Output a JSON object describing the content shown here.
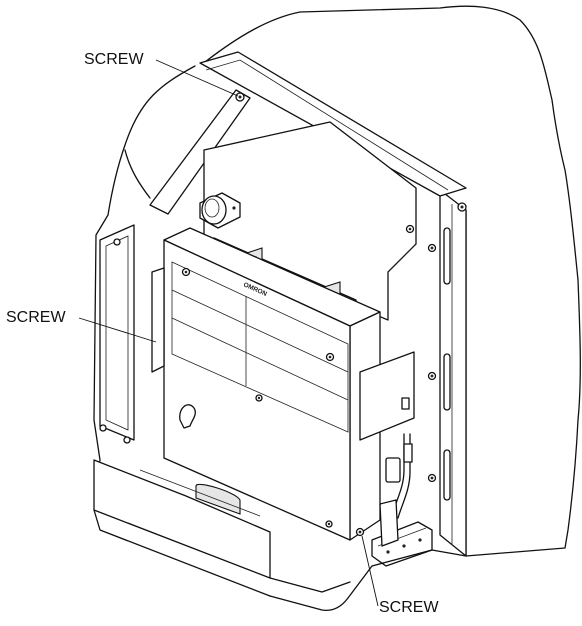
{
  "callouts": {
    "top": "SCREW",
    "left": "SCREW",
    "bottom": "SCREW"
  },
  "panel_logo": "OMRON"
}
